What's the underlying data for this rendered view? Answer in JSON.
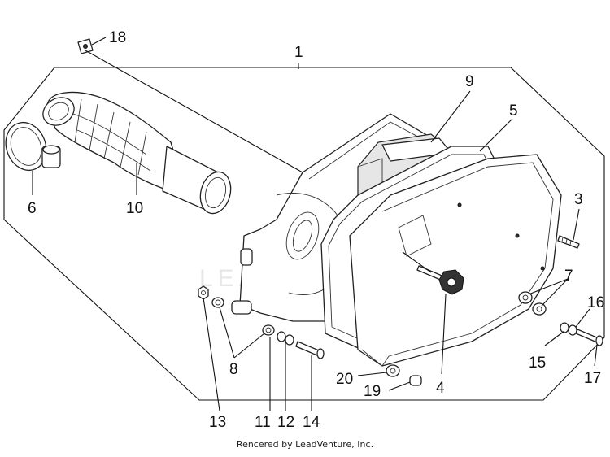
{
  "diagram": {
    "callouts": {
      "c1": "1",
      "c2": "3",
      "c3": "4",
      "c4": "5",
      "c5": "6",
      "c6": "7",
      "c7": "8",
      "c8": "9",
      "c9": "10",
      "c10": "11",
      "c11": "12",
      "c12": "13",
      "c13": "14",
      "c14": "15",
      "c15": "16",
      "c16": "17",
      "c17": "18",
      "c18": "19",
      "c19": "20"
    },
    "watermark": "LEADVENTURE"
  },
  "footer": {
    "text": "Rencered by LeadVenture, Inc."
  }
}
